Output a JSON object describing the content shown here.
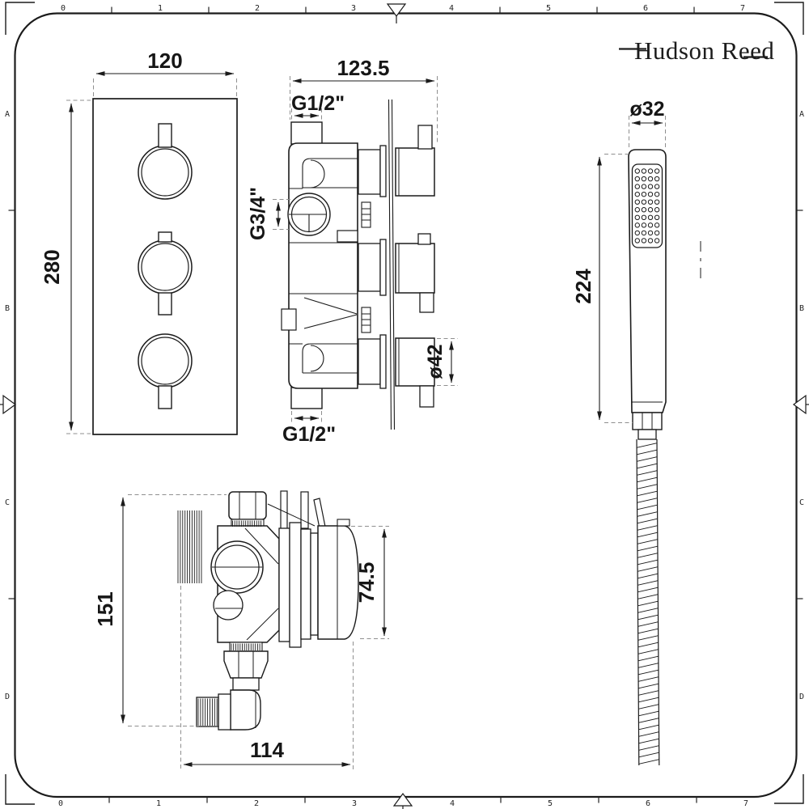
{
  "brand": {
    "logo_text": "Hudson Reed"
  },
  "frame": {
    "top_ruler_numbers": [
      "0",
      "1",
      "2",
      "3",
      "4",
      "5",
      "6",
      "7"
    ],
    "bottom_ruler_numbers": [
      "0",
      "1",
      "2",
      "3",
      "4",
      "5",
      "6",
      "7"
    ],
    "left_ruler_letters": [
      "A",
      "B",
      "C",
      "D"
    ],
    "right_ruler_letters": [
      "A",
      "B",
      "C",
      "D"
    ]
  },
  "views": {
    "front_valve": {
      "width_label": "120",
      "height_label": "280"
    },
    "side_valve": {
      "depth_label": "123.5",
      "top_port_label": "G1/2\"",
      "side_port_label": "G3/4\"",
      "bottom_port_label": "G1/2\"",
      "handle_diameter_label": "ø42"
    },
    "handset": {
      "diameter_label": "ø32",
      "length_label": "224"
    },
    "valve_body": {
      "height_label": "151",
      "width_label": "114",
      "cartridge_label": "74.5"
    }
  },
  "colors": {
    "line": "#1b1b1b",
    "extension_line": "#8f8f8f",
    "background": "#ffffff"
  }
}
